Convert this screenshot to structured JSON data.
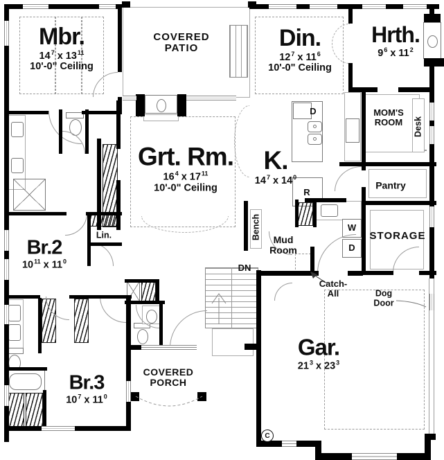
{
  "rooms": {
    "mbr": {
      "name": "Mbr.",
      "dim_a": "14",
      "dim_a_sup": "7",
      "sep": "x",
      "dim_b": "13",
      "dim_b_sup": "11",
      "ceiling": "10'-0\" Ceiling"
    },
    "din": {
      "name": "Din.",
      "dim_a": "12",
      "dim_a_sup": "7",
      "sep": "x",
      "dim_b": "11",
      "dim_b_sup": "6",
      "ceiling": "10'-0\" Ceiling"
    },
    "hrth": {
      "name": "Hrth.",
      "dim_a": "9",
      "dim_a_sup": "6",
      "sep": "x",
      "dim_b": "11",
      "dim_b_sup": "2"
    },
    "grt": {
      "name": "Grt. Rm.",
      "dim_a": "16",
      "dim_a_sup": "4",
      "sep": "x",
      "dim_b": "17",
      "dim_b_sup": "11",
      "ceiling": "10'-0\" Ceiling"
    },
    "k": {
      "name": "K.",
      "dim_a": "14",
      "dim_a_sup": "7",
      "sep": "x",
      "dim_b": "14",
      "dim_b_sup": "0"
    },
    "br2": {
      "name": "Br.2",
      "dim_a": "10",
      "dim_a_sup": "11",
      "sep": "x",
      "dim_b": "11",
      "dim_b_sup": "0"
    },
    "br3": {
      "name": "Br.3",
      "dim_a": "10",
      "dim_a_sup": "7",
      "sep": "x",
      "dim_b": "11",
      "dim_b_sup": "0"
    },
    "gar": {
      "name": "Gar.",
      "dim_a": "21",
      "dim_a_sup": "3",
      "sep": "x",
      "dim_b": "23",
      "dim_b_sup": "3"
    }
  },
  "labels": {
    "covered_patio": {
      "line1": "COVERED",
      "line2": "PATIO"
    },
    "covered_porch": {
      "line1": "COVERED",
      "line2": "PORCH"
    },
    "moms_room": {
      "line1": "MOM'S",
      "line2": "ROOM"
    },
    "mud_room": {
      "line1": "Mud",
      "line2": "Room"
    },
    "catch_all": {
      "line1": "Catch-",
      "line2": "All"
    },
    "dog_door": {
      "line1": "Dog",
      "line2": "Door"
    },
    "pantry": "Pantry",
    "storage": "STORAGE",
    "lin": "Lin.",
    "bench": "Bench",
    "desk": "Desk",
    "dn": "DN"
  },
  "appliances": {
    "island_dishwasher": "D",
    "refrigerator": "R",
    "washer": "W",
    "dryer": "D"
  },
  "markers": {
    "c": "C"
  }
}
